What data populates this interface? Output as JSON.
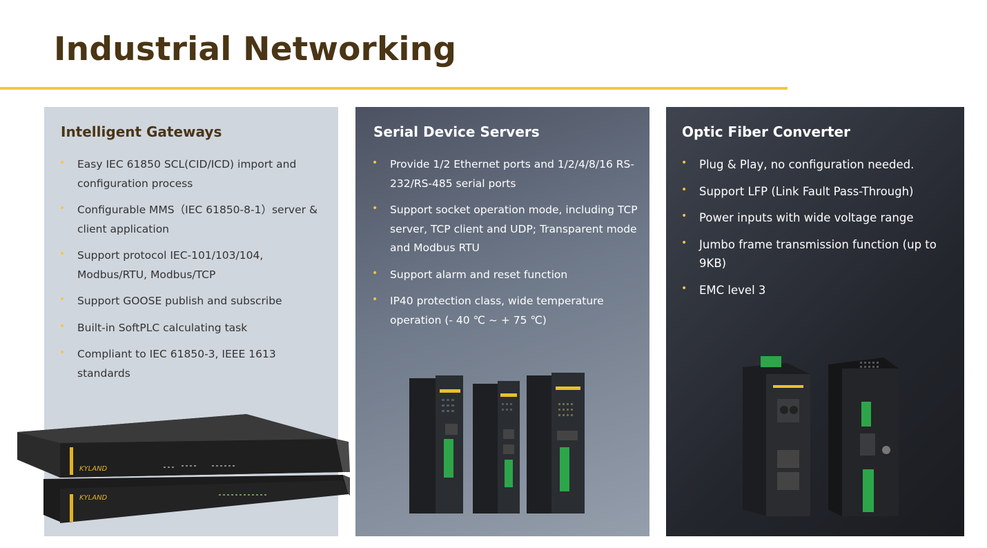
{
  "slide": {
    "title": "Industrial Networking",
    "accent_color": "#f3c93d",
    "title_color": "#4a3514"
  },
  "panels": [
    {
      "title": "Intelligent Gateways",
      "bullets": [
        "Easy IEC 61850 SCL(CID/ICD) import and configuration process",
        "Configurable MMS（IEC 61850-8-1）server & client application",
        "Support protocol IEC-101/103/104, Modbus/RTU, Modbus/TCP",
        "Support GOOSE publish and subscribe",
        "Built-in SoftPLC calculating task",
        "Compliant to IEC 61850-3, IEEE 1613 standards"
      ]
    },
    {
      "title": "Serial Device Servers",
      "bullets": [
        "Provide 1/2 Ethernet ports and 1/2/4/8/16 RS-232/RS-485 serial ports",
        "Support socket operation mode, including TCP server, TCP client and UDP; Transparent mode and Modbus RTU",
        "Support alarm and reset function",
        "IP40 protection class, wide temperature operation (- 40 ℃ ~ + 75 ℃)"
      ]
    },
    {
      "title": "Optic Fiber Converter",
      "bullets": [
        "Plug & Play, no configuration needed.",
        "Support LFP (Link Fault Pass-Through)",
        "Power inputs with wide voltage range",
        "Jumbo frame transmission function (up to 9KB)",
        "EMC level 3"
      ]
    }
  ],
  "icons": {
    "bullet": "•",
    "gateway_product": "rack-gateway-image",
    "server_product": "din-rail-server-image",
    "fiber_product": "fiber-converter-image"
  },
  "brand_logo": "KYLAND"
}
